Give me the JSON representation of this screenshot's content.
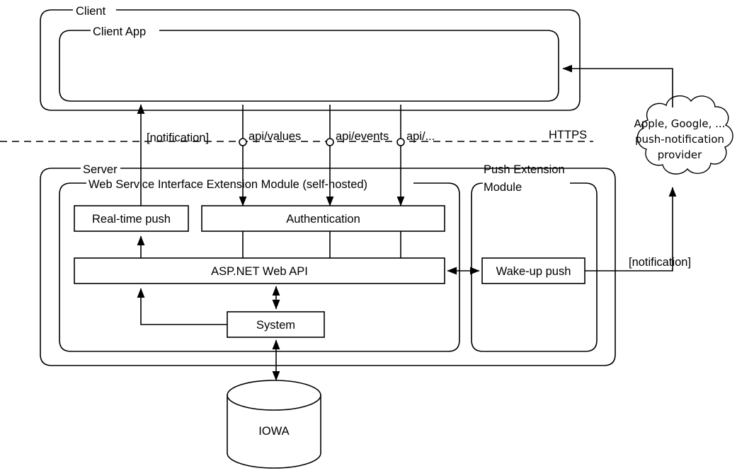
{
  "diagram": {
    "title_containers": {
      "client": "Client",
      "client_app": "Client App",
      "server": "Server",
      "web_service_module": "Web Service Interface Extension Module (self-hosted)",
      "push_extension_module_line1": "Push Extension",
      "push_extension_module_line2": "Module"
    },
    "boxes": {
      "realtime_push": "Real-time push",
      "authentication": "Authentication",
      "aspnet_web_api": "ASP.NET Web API",
      "system": "System",
      "wakeup_push": "Wake-up push"
    },
    "database": {
      "label": "IOWA"
    },
    "cloud": {
      "line1": "Apple, Google, ...",
      "line2": "push-notification",
      "line3": "provider"
    },
    "edge_labels": {
      "notification_client": "[notification]",
      "api_values": "api/values",
      "api_events": "api/events",
      "api_other": "api/...",
      "https": "HTTPS",
      "notification_push": "[notification]"
    },
    "colors": {
      "stroke": "#000000",
      "background": "#ffffff",
      "fill": "#ffffff"
    }
  }
}
